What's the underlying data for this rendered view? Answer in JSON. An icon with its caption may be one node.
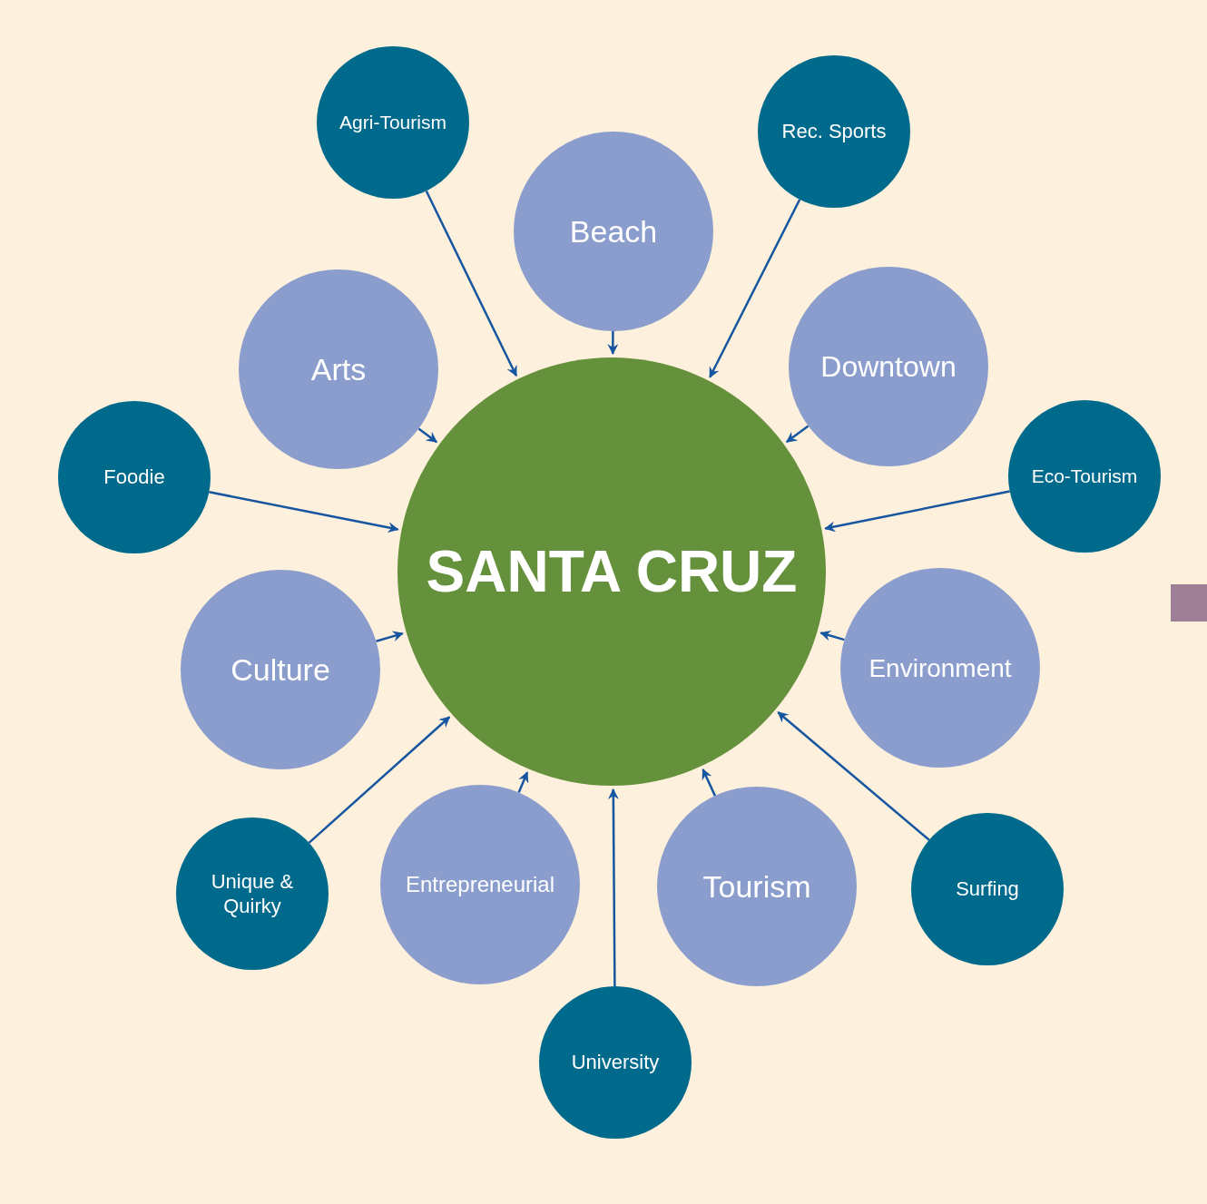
{
  "diagram": {
    "nodes": [
      {
        "text": [
          "SANTA CRUZ"
        ]
      },
      {
        "text": [
          "Agri-Tourism"
        ]
      },
      {
        "text": [
          "Rec. Sports"
        ]
      },
      {
        "text": [
          "Beach"
        ]
      },
      {
        "text": [
          "Arts"
        ]
      },
      {
        "text": [
          "Downtown"
        ]
      },
      {
        "text": [
          "Foodie"
        ]
      },
      {
        "text": [
          "Eco-Tourism"
        ]
      },
      {
        "text": [
          "Culture"
        ]
      },
      {
        "text": [
          "Environment"
        ]
      },
      {
        "text": [
          "Entrepreneurial"
        ]
      },
      {
        "text": [
          "Tourism"
        ]
      },
      {
        "text": [
          "Unique & Quirky"
        ]
      },
      {
        "text": [
          "Surfing"
        ]
      },
      {
        "text": [
          "University"
        ]
      }
    ],
    "edges": [
      {
        "from": 1,
        "to": 0,
        "arrow": "to"
      },
      {
        "from": 2,
        "to": 0,
        "arrow": "to"
      },
      {
        "from": 3,
        "to": 0,
        "arrow": "to"
      },
      {
        "from": 4,
        "to": 0,
        "arrow": "to"
      },
      {
        "from": 5,
        "to": 0,
        "arrow": "to"
      },
      {
        "from": 6,
        "to": 0,
        "arrow": "to"
      },
      {
        "from": 7,
        "to": 0,
        "arrow": "to"
      },
      {
        "from": 8,
        "to": 0,
        "arrow": "to"
      },
      {
        "from": 9,
        "to": 0,
        "arrow": "to"
      },
      {
        "from": 10,
        "to": 0,
        "arrow": "to"
      },
      {
        "from": 11,
        "to": 0,
        "arrow": "to"
      },
      {
        "from": 12,
        "to": 0,
        "arrow": "to"
      },
      {
        "from": 13,
        "to": 0,
        "arrow": "to"
      },
      {
        "from": 14,
        "to": 0,
        "arrow": "to"
      }
    ]
  }
}
